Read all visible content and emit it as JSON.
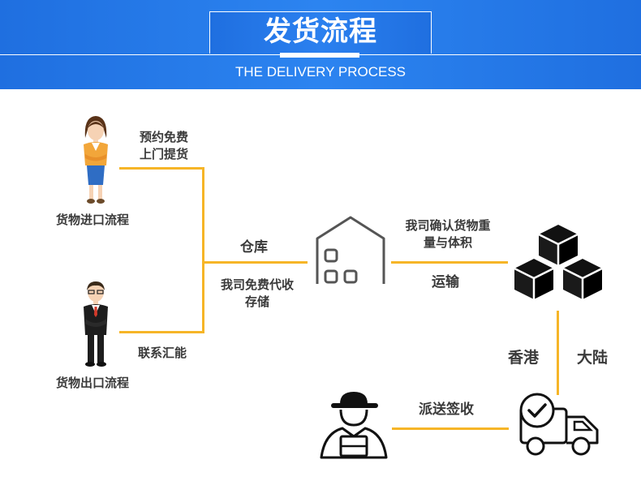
{
  "header": {
    "title": "发货流程",
    "subtitle": "THE DELIVERY PROCESS"
  },
  "nodes": {
    "import_person_label": "货物进口流程",
    "export_person_label": "货物出口流程",
    "pickup_label_line1": "预约免费",
    "pickup_label_line2": "上门提货",
    "contact_label": "联系汇能",
    "warehouse_label": "仓库",
    "free_storage_line1": "我司免费代收",
    "free_storage_line2": "存储",
    "confirm_line1": "我司确认货物重",
    "confirm_line2": "量与体积",
    "transport_label": "运输",
    "hongkong_label": "香港",
    "mainland_label": "大陆",
    "delivery_sign_label": "派送签收"
  },
  "icons": {
    "female_person": "female-person-icon",
    "male_person": "male-person-icon",
    "warehouse": "warehouse-icon",
    "boxes": "boxes-icon",
    "courier": "courier-icon",
    "truck": "delivery-truck-icon"
  },
  "colors": {
    "banner_blue": "#1f6fe0",
    "connector_orange": "#f6b527",
    "icon_dark": "#1a1a1a",
    "text_gray": "#3a3a3a"
  }
}
